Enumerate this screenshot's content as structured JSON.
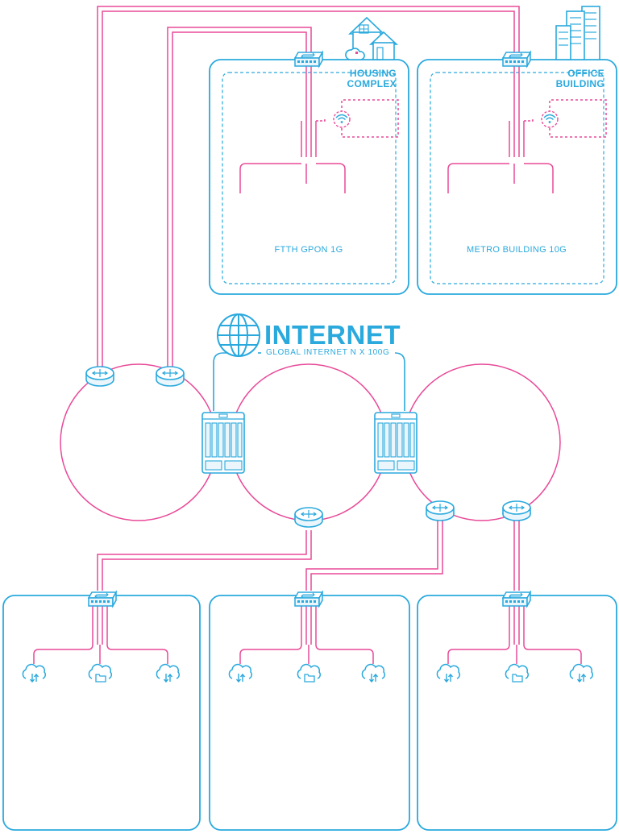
{
  "internet": {
    "title": "INTERNET",
    "subtitle": "GLOBAL INTERNET N X 100G"
  },
  "sites": [
    {
      "label_line1": "HOUSING",
      "label_line2": "COMPLEX",
      "tech": "FTTH GPON 1G",
      "icon": "house-icon"
    },
    {
      "label_line1": "OFFICE",
      "label_line2": "BUILDING",
      "tech": "METRO BUILDING 10G",
      "icon": "office-buildings-icon"
    }
  ],
  "bottom_boxes": [
    {
      "icons": [
        "cloud-transfer-icon",
        "cloud-folder-icon",
        "cloud-transfer-icon"
      ]
    },
    {
      "icons": [
        "cloud-transfer-icon",
        "cloud-folder-icon",
        "cloud-transfer-icon"
      ]
    },
    {
      "icons": [
        "cloud-transfer-icon",
        "cloud-folder-icon",
        "cloud-transfer-icon"
      ]
    }
  ],
  "colors": {
    "blue": "#2aa9dd",
    "pink": "#e84a98"
  }
}
